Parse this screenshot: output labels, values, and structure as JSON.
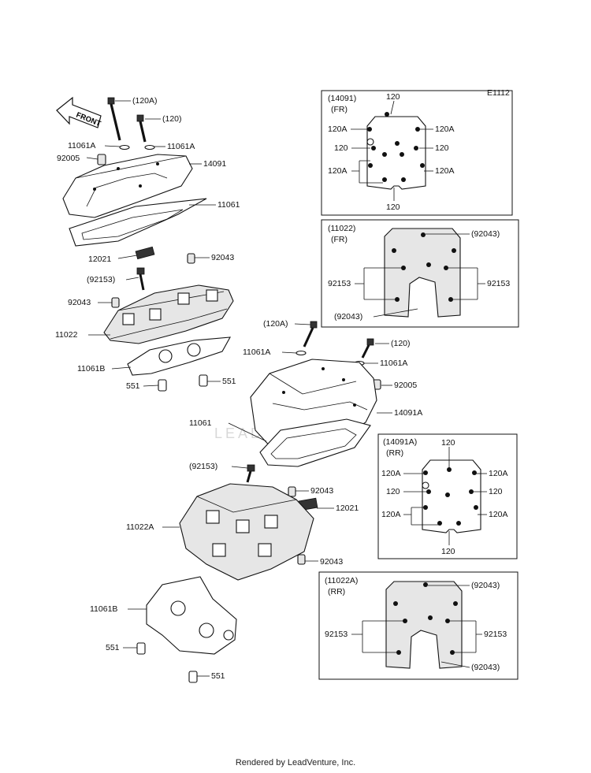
{
  "diagram_code": "E1112",
  "front_arrow": "FRONT",
  "watermark": "LEADVENTURE",
  "footer": "Rendered by LeadVenture, Inc.",
  "parts": {
    "p120A": "(120A)",
    "p120": "(120)",
    "p11061A": "11061A",
    "p92005": "92005",
    "p14091": "14091",
    "p11061": "11061",
    "p12021": "12021",
    "p92043": "92043",
    "p92153": "(92153)",
    "p11022": "11022",
    "p11061B": "11061B",
    "p551": "551",
    "p14091A": "14091A",
    "p11022A": "11022A",
    "p92153b": "92153",
    "p92043p": "(92043)"
  },
  "insets": {
    "fr_cover": {
      "title": "(14091)",
      "sub": "(FR)",
      "a": "120A",
      "b": "120"
    },
    "fr_head": {
      "title": "(11022)",
      "sub": "(FR)"
    },
    "rr_cover": {
      "title": "(14091A)",
      "sub": "(RR)",
      "a": "120A",
      "b": "120"
    },
    "rr_head": {
      "title": "(11022A)",
      "sub": "(RR)"
    }
  }
}
